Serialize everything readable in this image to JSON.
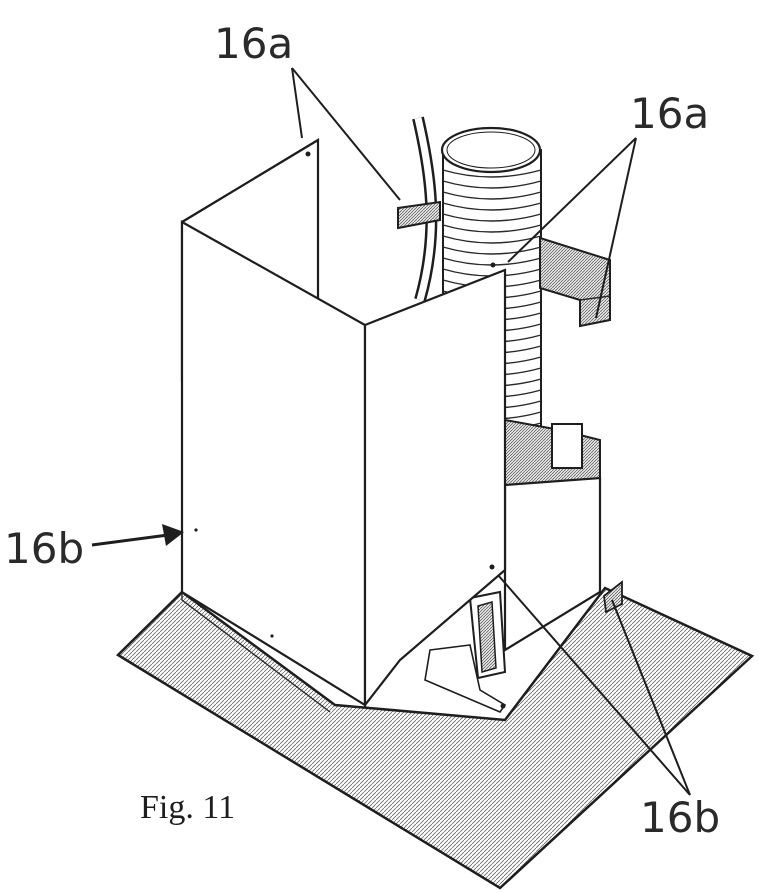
{
  "figure": {
    "caption": "Fig. 11",
    "labels": {
      "top_left": "16a",
      "top_right": "16a",
      "left": "16b",
      "bottom_right": "16b"
    }
  }
}
